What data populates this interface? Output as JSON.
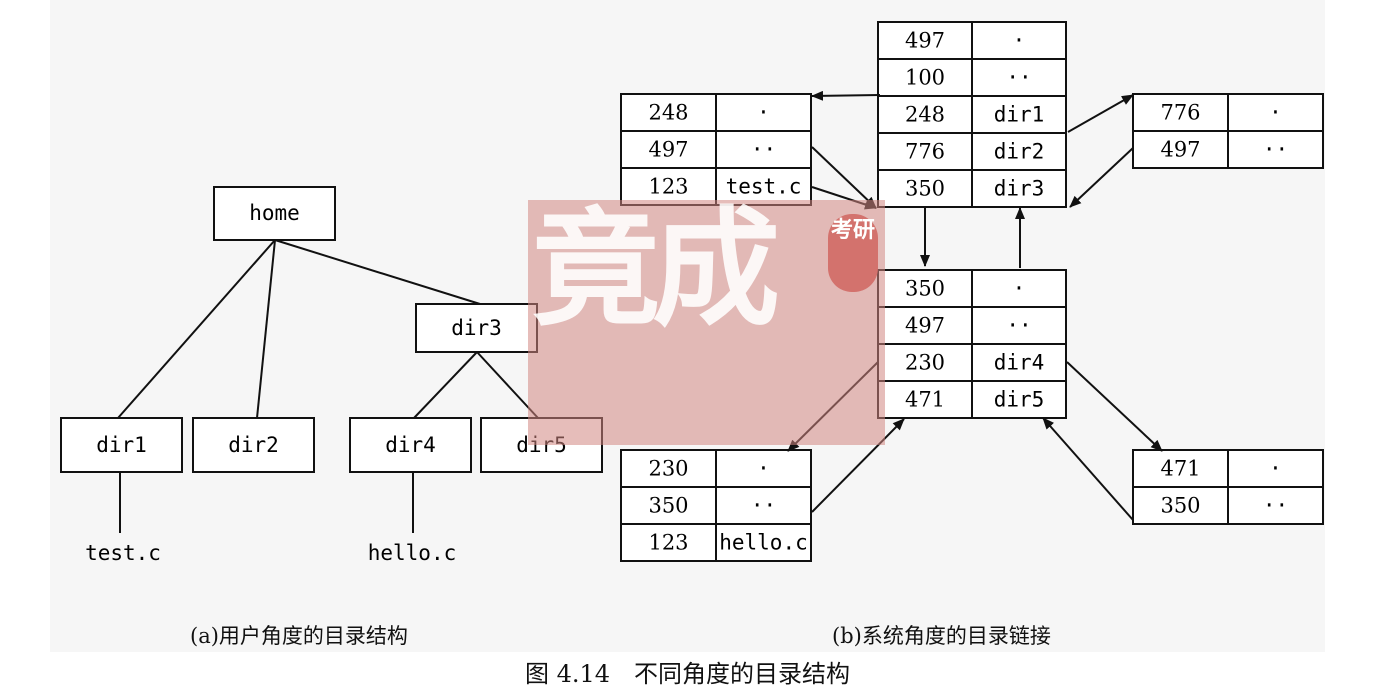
{
  "tree": {
    "home": "home",
    "dir1": "dir1",
    "dir2": "dir2",
    "dir3": "dir3",
    "dir4": "dir4",
    "dir5": "dir5",
    "file_test": "test.c",
    "file_hello": "hello.c"
  },
  "tables": {
    "root": [
      [
        "497",
        "·"
      ],
      [
        "100",
        "··"
      ],
      [
        "248",
        "dir1"
      ],
      [
        "776",
        "dir2"
      ],
      [
        "350",
        "dir3"
      ]
    ],
    "dir1": [
      [
        "248",
        "·"
      ],
      [
        "497",
        "··"
      ],
      [
        "123",
        "test.c"
      ]
    ],
    "dir2": [
      [
        "776",
        "·"
      ],
      [
        "497",
        "··"
      ]
    ],
    "dir3": [
      [
        "350",
        "·"
      ],
      [
        "497",
        "··"
      ],
      [
        "230",
        "dir4"
      ],
      [
        "471",
        "dir5"
      ]
    ],
    "dir4": [
      [
        "230",
        "·"
      ],
      [
        "350",
        "··"
      ],
      [
        "123",
        "hello.c"
      ]
    ],
    "dir5": [
      [
        "471",
        "·"
      ],
      [
        "350",
        "··"
      ]
    ]
  },
  "captions": {
    "a": "(a)用户角度的目录结构",
    "b": "(b)系统角度的目录链接",
    "figure": "图 4.14　不同角度的目录结构"
  },
  "watermark": {
    "logo": "竟成",
    "badge": "考研"
  },
  "colors": {
    "ink": "#111111",
    "watermark": "#d2877f"
  }
}
